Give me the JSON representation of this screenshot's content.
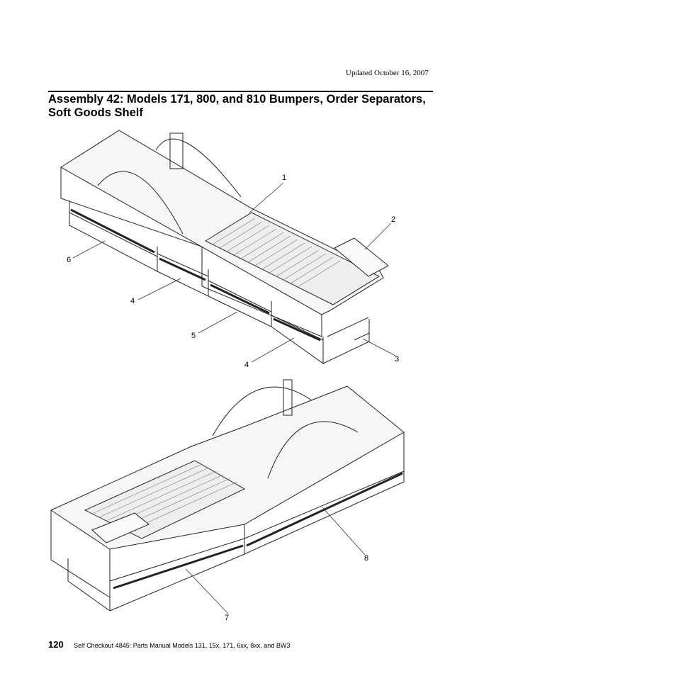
{
  "header": {
    "updated": "Updated October 16, 2007"
  },
  "title": {
    "line1": "Assembly 42: Models 171, 800, and 810 Bumpers, Order Separators,",
    "line2": "Soft Goods Shelf"
  },
  "callouts": [
    "1",
    "2",
    "6",
    "4",
    "5",
    "4",
    "3",
    "8",
    "7"
  ],
  "footer": {
    "page_number": "120",
    "text": "Self Checkout 4845:  Parts Manual Models 131, 15x, 171, 6xx, 8xx, and BW3"
  }
}
